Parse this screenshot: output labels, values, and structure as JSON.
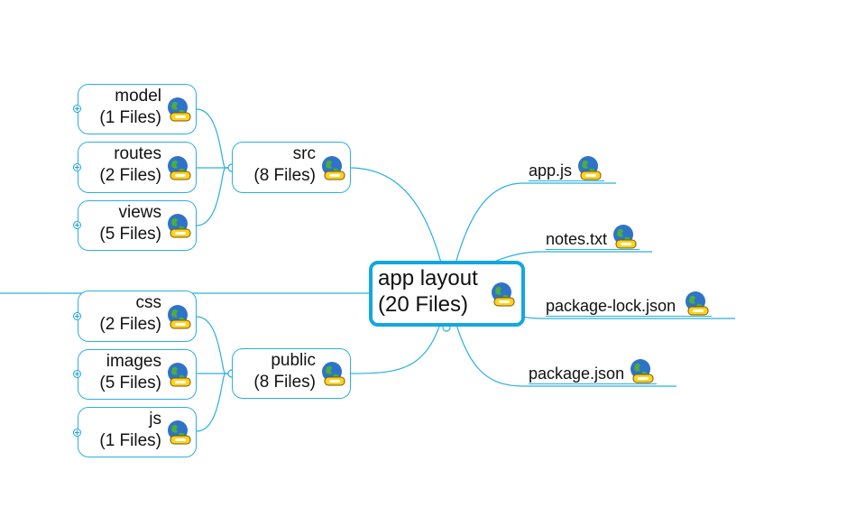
{
  "root": {
    "name": "app layout",
    "count": "(20 Files)"
  },
  "branches": {
    "src": {
      "name": "src",
      "count": "(8 Files)"
    },
    "model": {
      "name": "model",
      "count": "(1 Files)"
    },
    "routes": {
      "name": "routes",
      "count": "(2 Files)"
    },
    "views": {
      "name": "views",
      "count": "(5 Files)"
    },
    "public": {
      "name": "public",
      "count": "(8 Files)"
    },
    "css": {
      "name": "css",
      "count": "(2 Files)"
    },
    "images": {
      "name": "images",
      "count": "(5 Files)"
    },
    "js": {
      "name": "js",
      "count": "(1 Files)"
    }
  },
  "files": {
    "app_js": "app.js",
    "notes_txt": "notes.txt",
    "package_lock_json": "package-lock.json",
    "package_json": "package.json"
  },
  "colors": {
    "connector": "#2bb0de",
    "root_border": "#12a7e0",
    "node_border": "#2bb0de"
  },
  "icons": {
    "link": "globe-link-icon",
    "expand": "expand-plus-icon"
  }
}
